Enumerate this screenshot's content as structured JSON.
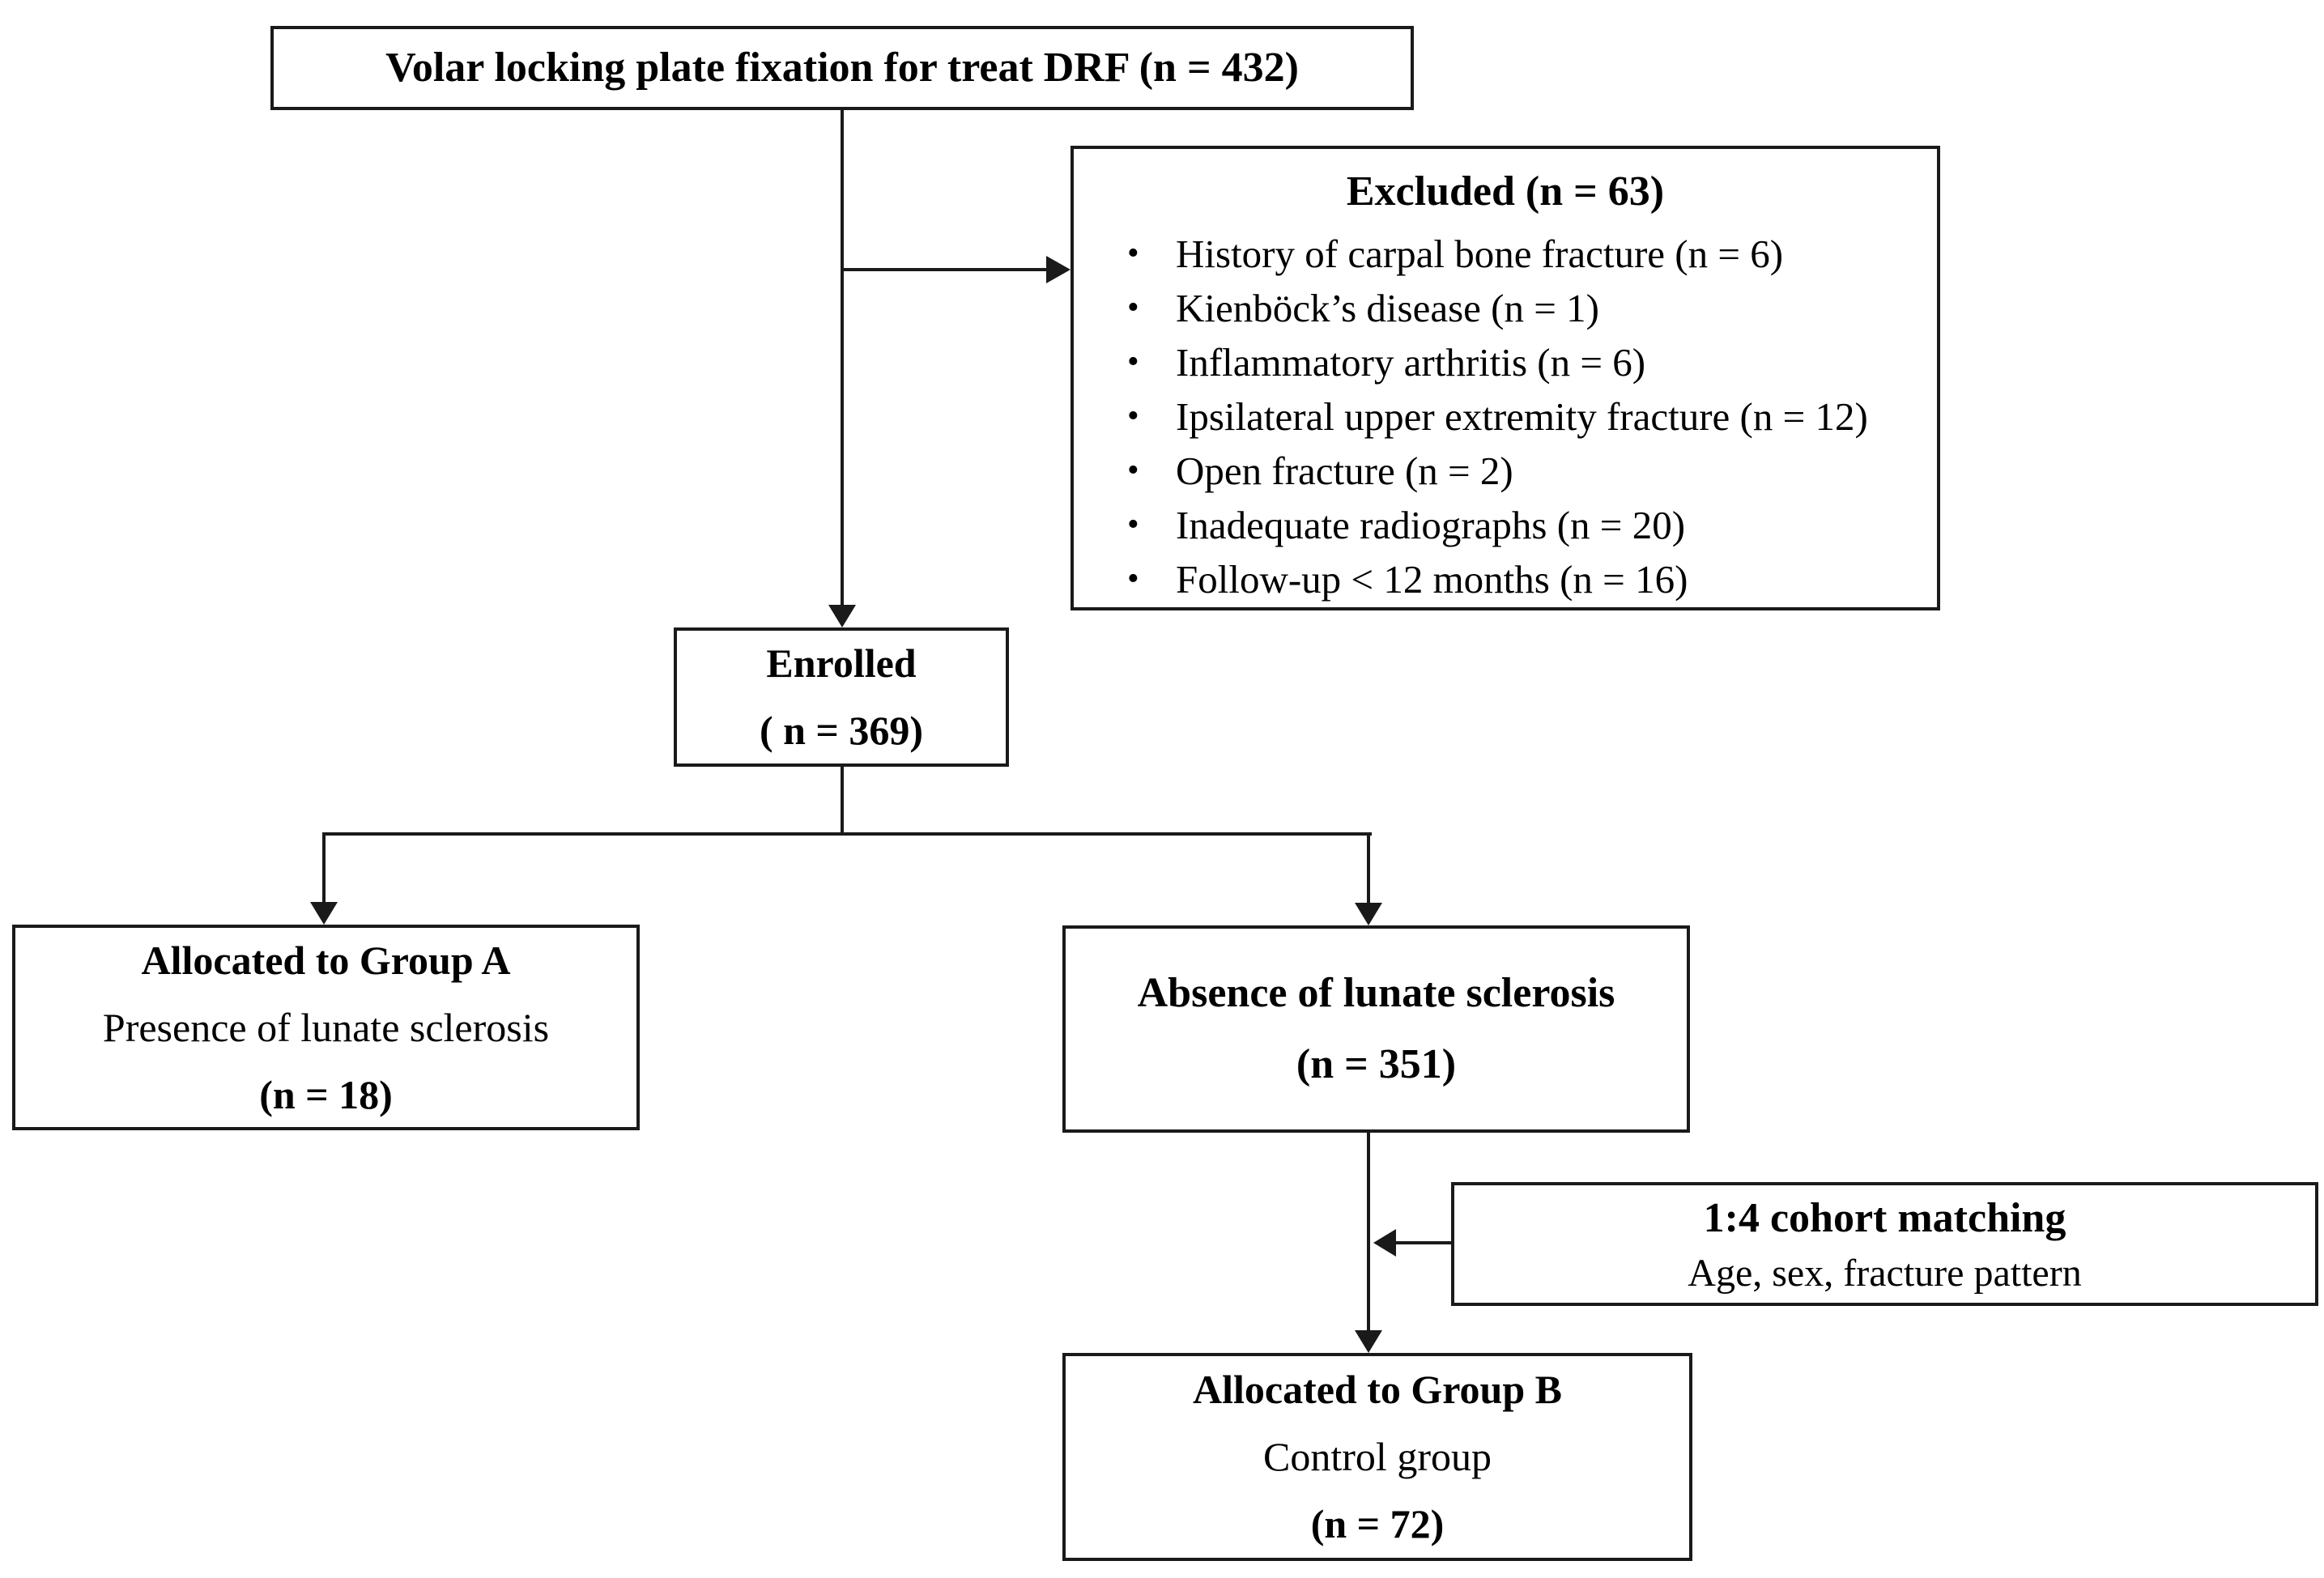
{
  "flowchart": {
    "bullet_char": "•",
    "colors": {
      "border": "#1a1a1a",
      "text": "#000000",
      "background": "#ffffff"
    },
    "top_box": {
      "text": "Volar locking plate fixation for treat DRF (n = 432)"
    },
    "excluded_box": {
      "title": "Excluded (n = 63)",
      "items": [
        "History of carpal bone fracture (n = 6)",
        "Kienböck’s disease (n = 1)",
        "Inflammatory arthritis (n = 6)",
        "Ipsilateral upper extremity fracture (n = 12)",
        "Open fracture (n = 2)",
        "Inadequate radiographs (n = 20)",
        "Follow-up < 12 months (n = 16)"
      ]
    },
    "enrolled_box": {
      "line1": "Enrolled",
      "line2": "( n = 369)"
    },
    "group_a_box": {
      "line1": "Allocated to Group A",
      "line2": "Presence of lunate sclerosis",
      "line3": "(n = 18)"
    },
    "absence_box": {
      "line1": "Absence of lunate sclerosis",
      "line2": "(n = 351)"
    },
    "matching_box": {
      "line1": "1:4 cohort matching",
      "line2": "Age, sex, fracture pattern"
    },
    "group_b_box": {
      "line1": "Allocated to Group B",
      "line2": "Control group",
      "line3": "(n = 72)"
    }
  }
}
